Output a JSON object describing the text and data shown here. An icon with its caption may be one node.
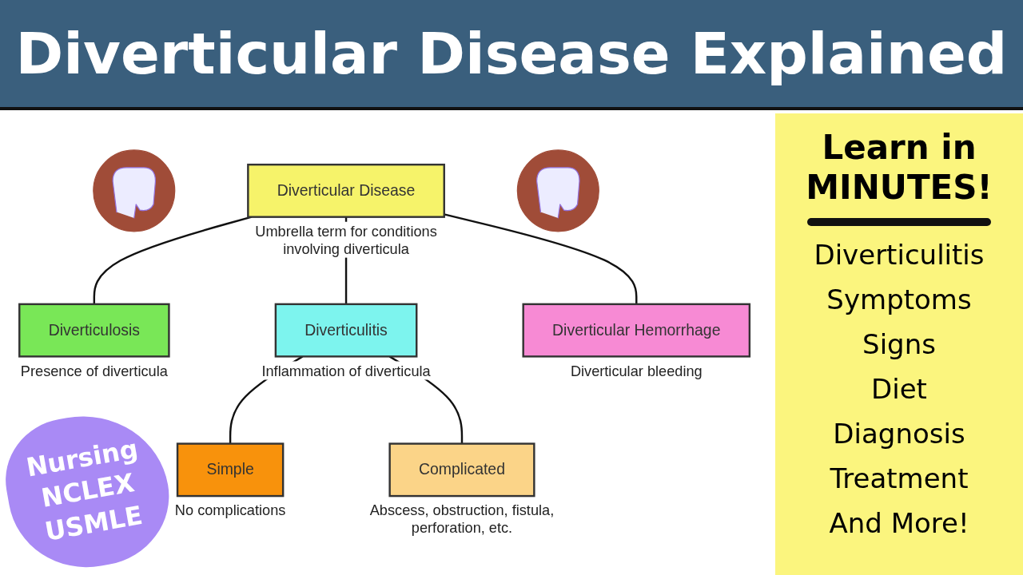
{
  "diagram": {
    "title": "Diverticular Disease Explained",
    "nodes": [
      {
        "text": [],
        "shape": "picture"
      },
      {
        "text": [
          "Diverticular Disease"
        ],
        "beside": [
          "Umbrella term for conditions involving diverticula"
        ]
      },
      {
        "text": [],
        "shape": "picture"
      },
      {
        "text": [
          "Diverticulosis"
        ],
        "beside": [
          "Presence of diverticula"
        ]
      },
      {
        "text": [
          "Diverticulitis"
        ],
        "beside": [
          "Inflammation of diverticula"
        ]
      },
      {
        "text": [
          "Diverticular Hemorrhage"
        ],
        "beside": [
          "Diverticular bleeding"
        ]
      },
      {
        "text": [
          "Simple"
        ],
        "beside": [
          "No complications"
        ]
      },
      {
        "text": [
          "Complicated"
        ],
        "beside": [
          "Abscess, obstruction, fistula, perforation, etc."
        ]
      }
    ],
    "edges": [
      {
        "from": 1,
        "to": 3,
        "arrow": "none"
      },
      {
        "from": 1,
        "to": 4,
        "arrow": "none"
      },
      {
        "from": 1,
        "to": 5,
        "arrow": "none"
      },
      {
        "from": 4,
        "to": 6,
        "arrow": "none"
      },
      {
        "from": 4,
        "to": 7,
        "arrow": "none"
      }
    ],
    "labels": [
      "Learn in MINUTES!",
      "Diverticulitis",
      "Symptoms",
      "Signs",
      "Diet",
      "Diagnosis",
      "Treatment",
      "And More!",
      "Nursing",
      "NCLEX",
      "USMLE"
    ]
  }
}
